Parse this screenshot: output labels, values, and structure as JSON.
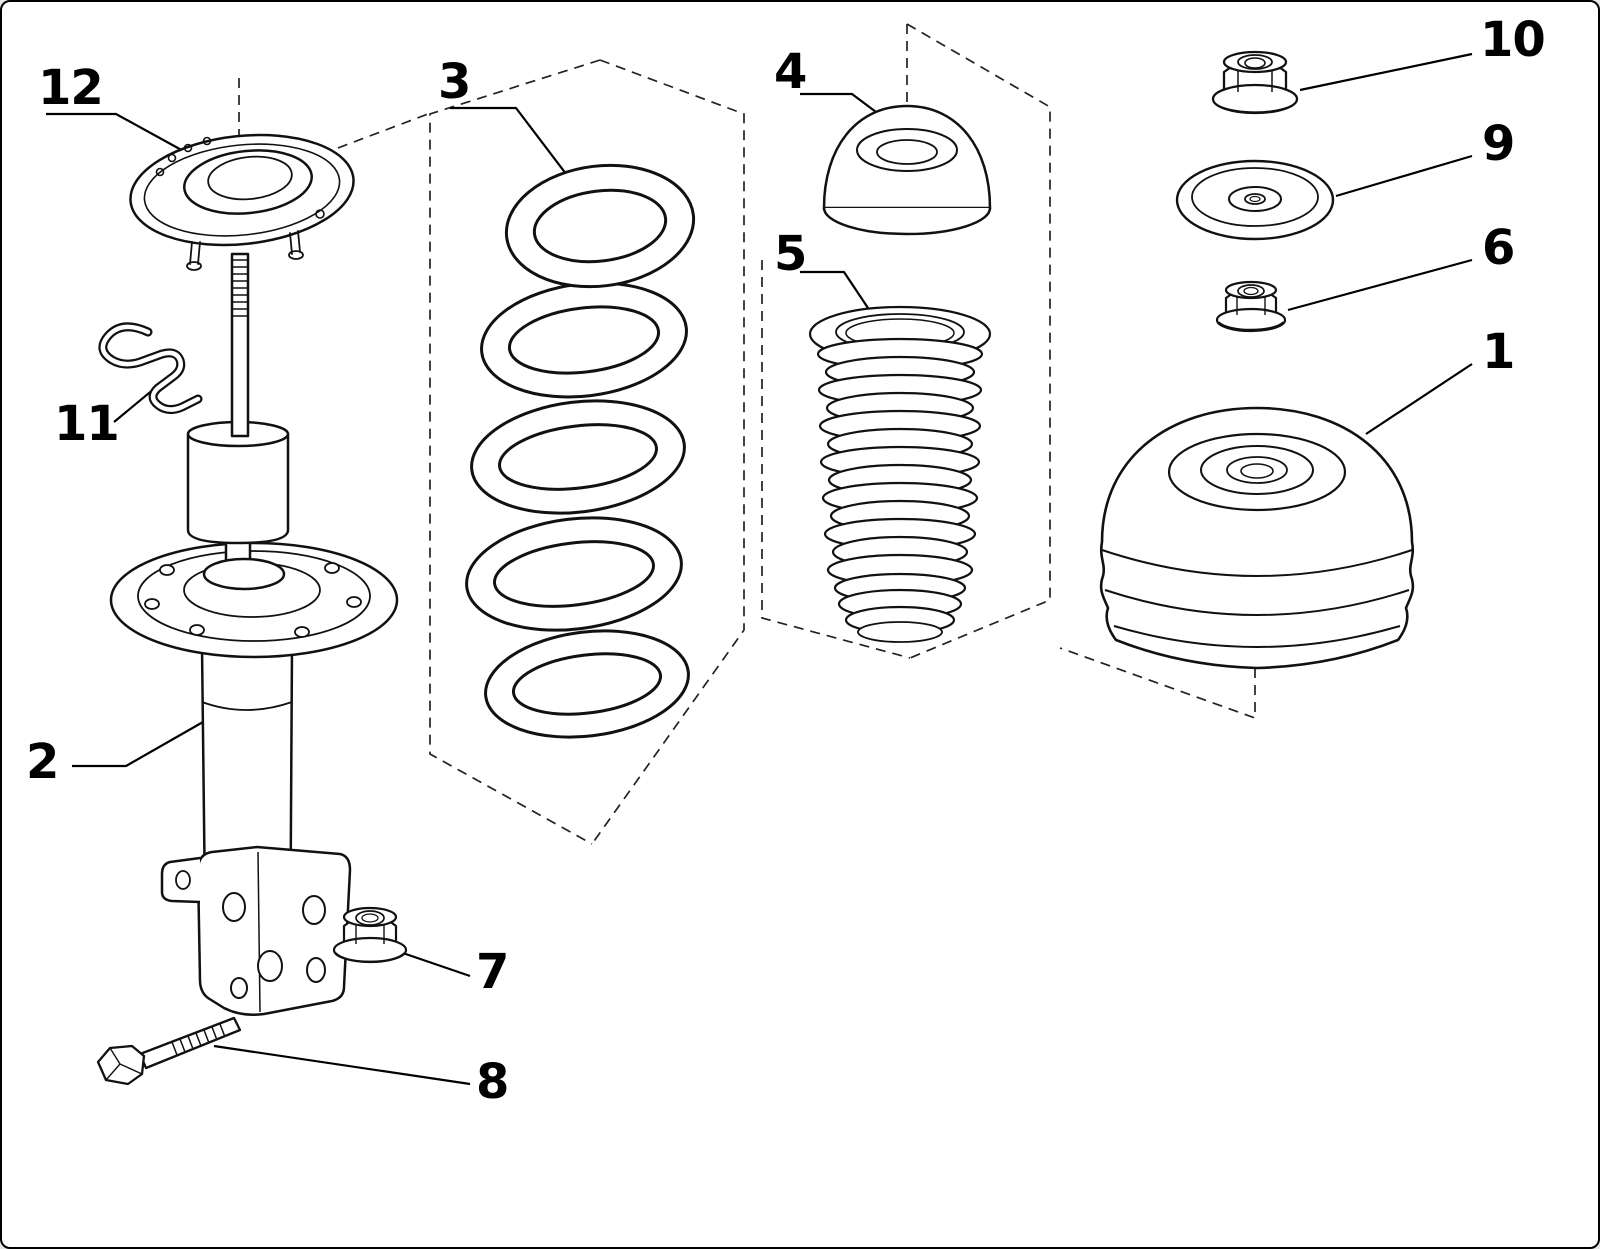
{
  "page": {
    "background_color": "#ffffff",
    "line_color": "#111111",
    "border_color": "#000000"
  },
  "diagram": {
    "type": "exploded-parts-diagram",
    "labels": {
      "p1": "1",
      "p2": "2",
      "p3": "3",
      "p4": "4",
      "p5": "5",
      "p6": "6",
      "p7": "7",
      "p8": "8",
      "p9": "9",
      "p10": "10",
      "p11": "11",
      "p12": "12"
    }
  }
}
